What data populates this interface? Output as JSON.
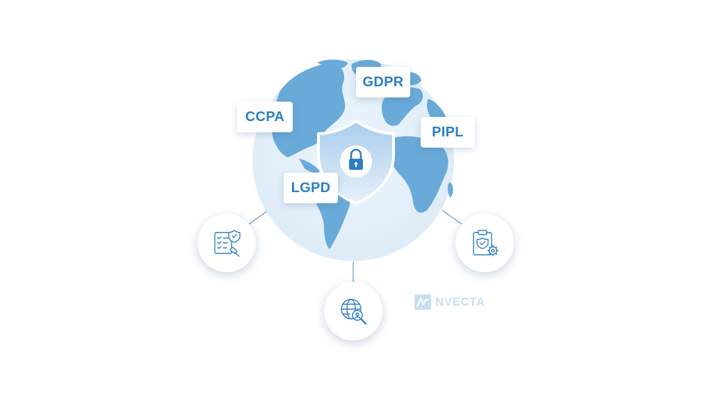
{
  "regulations": {
    "gdpr": "GDPR",
    "ccpa": "CCPA",
    "pipl": "PIPL",
    "lgpd": "LGPD"
  },
  "center": {
    "icon": "lock-icon",
    "shield": "shield-icon"
  },
  "nodes": [
    {
      "icon": "compliance-checklist-icon"
    },
    {
      "icon": "clipboard-settings-icon"
    },
    {
      "icon": "globe-user-search-icon"
    }
  ],
  "watermark": {
    "text": "NVECTA"
  },
  "colors": {
    "ocean": "#e3eef8",
    "land": "#6aaad9",
    "accent": "#2b7fc4",
    "connector": "#6f9cc4"
  }
}
